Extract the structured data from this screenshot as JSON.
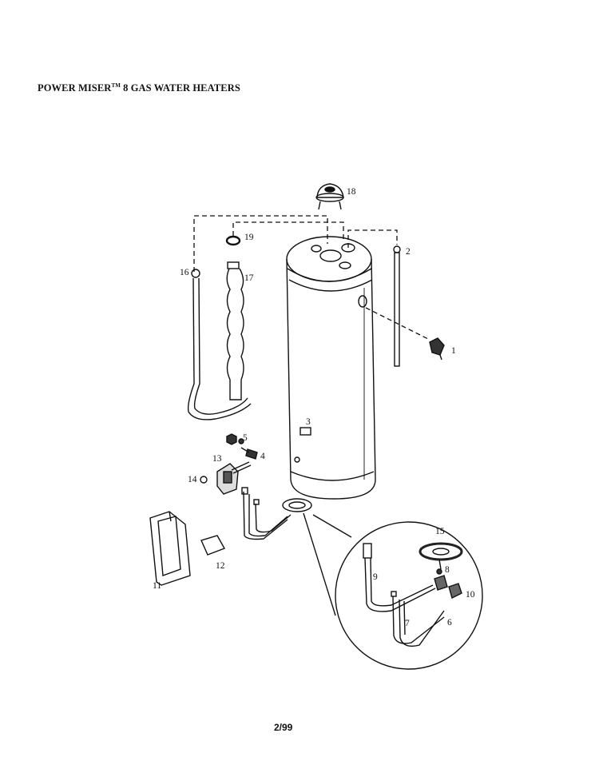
{
  "header": {
    "title_main": "POWER MISER",
    "title_tm": "TM",
    "title_rest": " 8 GAS WATER HEATERS"
  },
  "footer": {
    "page_code": "2/99"
  },
  "callouts": [
    "1",
    "2",
    "3",
    "4",
    "5",
    "6",
    "7",
    "8",
    "9",
    "10",
    "11",
    "12",
    "13",
    "14",
    "15",
    "16",
    "17",
    "18",
    "19"
  ]
}
